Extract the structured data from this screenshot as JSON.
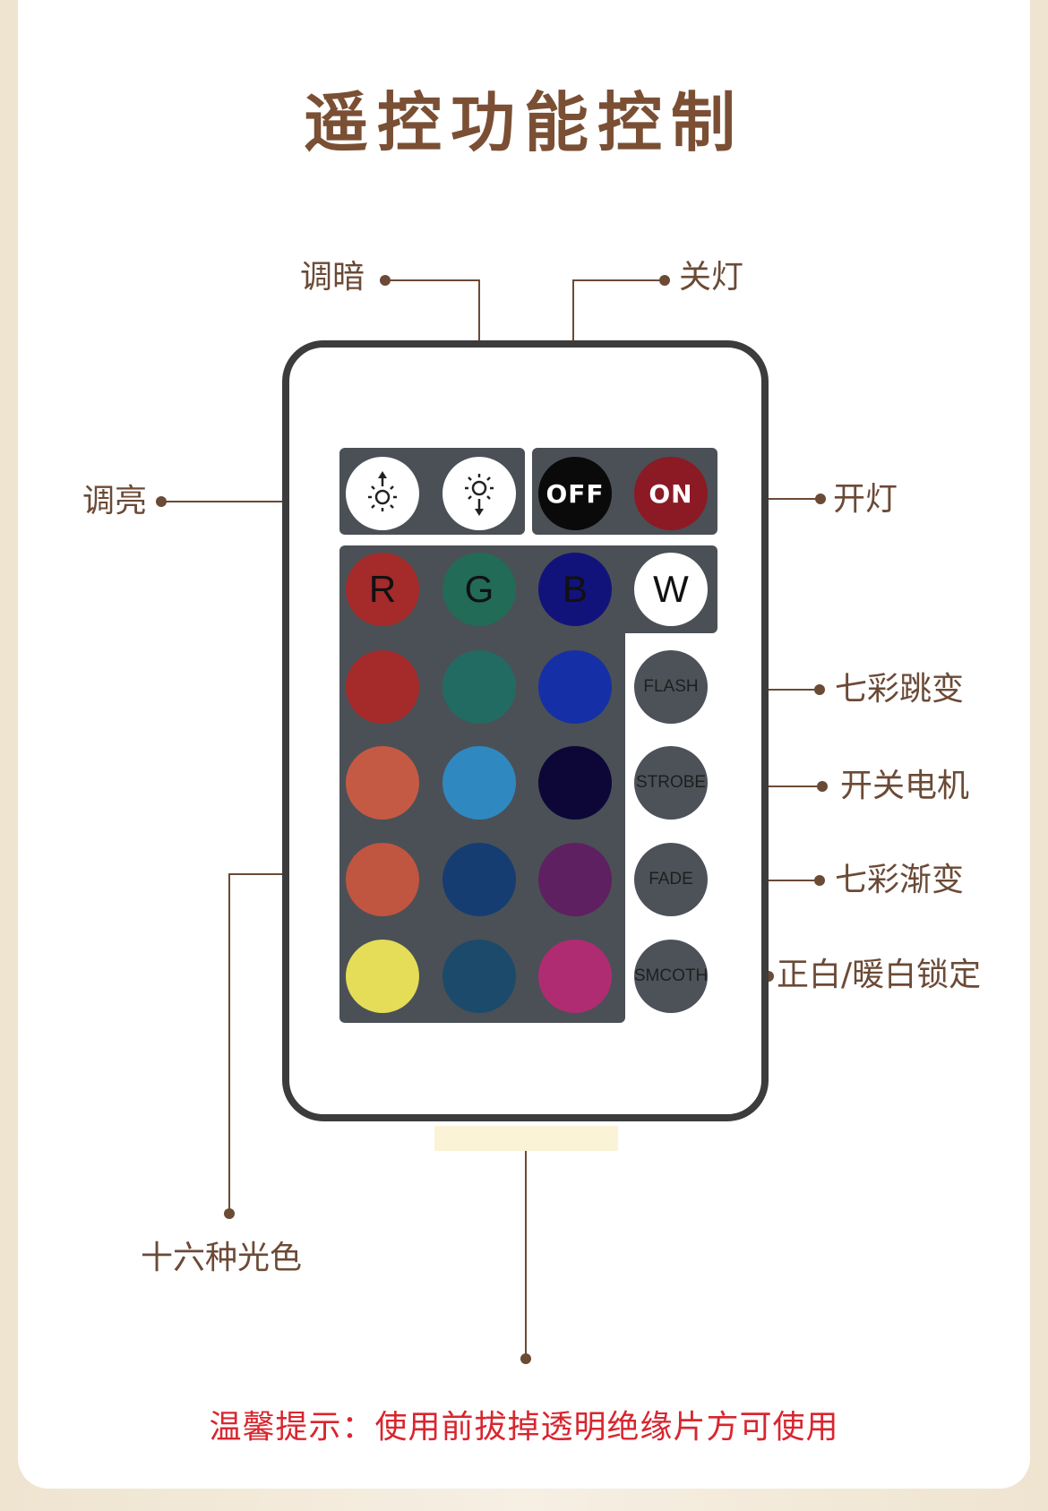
{
  "title": "遥控功能控制",
  "labels": {
    "dim": "调暗",
    "off": "关灯",
    "bright": "调亮",
    "on": "开灯",
    "flash": "七彩跳变",
    "strobe": "开关电机",
    "fade": "七彩渐变",
    "smooth": "正白/暖白锁定",
    "sixteen": "十六种光色"
  },
  "notice": "温馨提示：使用前拔掉透明绝缘片方可使用",
  "buttons": {
    "off": "OFF",
    "on": "ON",
    "r": "R",
    "g": "G",
    "b": "B",
    "w": "W",
    "flash": "FLASH",
    "strobe": "STROBE",
    "fade": "FADE",
    "smooth": "SMCOTH"
  },
  "colors": {
    "title": "#7a4f34",
    "notice": "#d8262f",
    "panel": "#4a5056",
    "on_button": "#8b1a24",
    "color_grid": [
      [
        "#a52a2a",
        "#226b63",
        "#1530a6"
      ],
      [
        "#c55a44",
        "#3088c0",
        "#0d0738"
      ],
      [
        "#c05540",
        "#153d72",
        "#5e2060"
      ],
      [
        "#e5dc58",
        "#1c4a6a",
        "#b02c72"
      ]
    ]
  },
  "icons": [
    "brightness-up-icon",
    "brightness-down-icon"
  ]
}
